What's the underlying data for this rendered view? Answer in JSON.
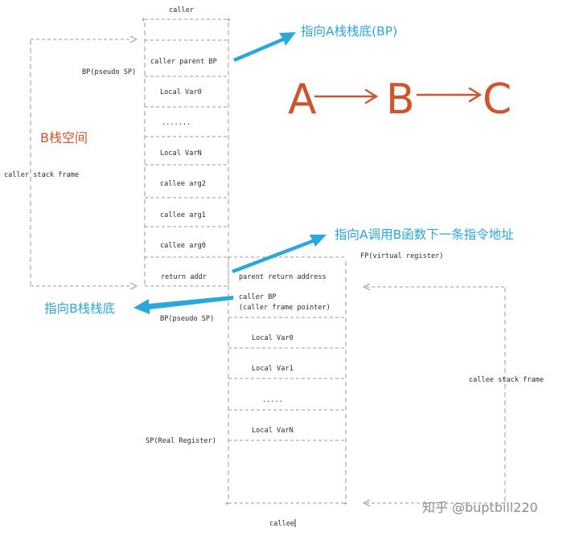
{
  "caller_stack": {
    "header": "caller",
    "frame_label": "caller stack frame",
    "bp_label": "BP(pseudo SP)",
    "cells": [
      "caller parent BP",
      "Local Var0",
      ".......",
      "Local VarN",
      "callee arg2",
      "callee arg1",
      "callee arg0",
      "return addr"
    ]
  },
  "callee_stack": {
    "frame_label": "callee stack frame",
    "fp_label": "FP(virtual register)",
    "bp_label": "BP(pseudo SP)",
    "sp_label": "SP(Real Register)",
    "footer": "callee",
    "cells": [
      "parent return address",
      "caller BP",
      "(caller frame pointer)",
      "Local Var0",
      "Local Var1",
      ".....",
      "Local VarN"
    ]
  },
  "annotations": {
    "a_stack_bottom": "指向A栈栈底(BP)",
    "b_stack_space": "B栈空间",
    "a_calls_b_next": "指向A调用B函数下一条指令地址",
    "b_stack_bottom": "指向B栈栈底"
  },
  "call_chain": {
    "nodes": [
      "A",
      "B",
      "C"
    ]
  },
  "watermark": "知乎 @buptbill220",
  "colors": {
    "annotation_blue": "#2aa7db",
    "annotation_red": "#d2522c",
    "line_gray": "#9a9a9a"
  }
}
